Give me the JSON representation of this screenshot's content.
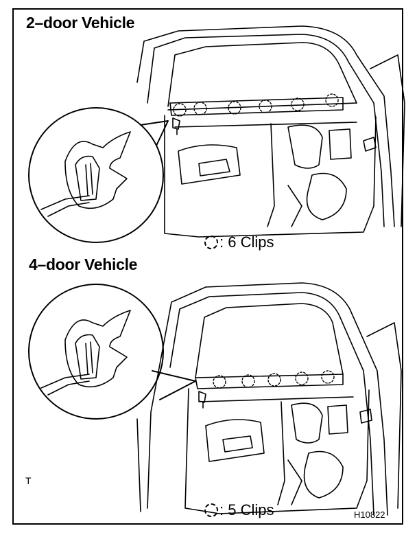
{
  "panels": [
    {
      "title": "2–door Vehicle",
      "clip_label": ": 6 Clips",
      "clip_count": 6
    },
    {
      "title": "4–door Vehicle",
      "clip_label": ": 5 Clips",
      "clip_count": 5
    }
  ],
  "corner_mark": "T",
  "figure_code": "H10822",
  "icons": {
    "clip_marker": "dashed-circle-icon"
  },
  "colors": {
    "line": "#000000",
    "background": "#ffffff"
  }
}
